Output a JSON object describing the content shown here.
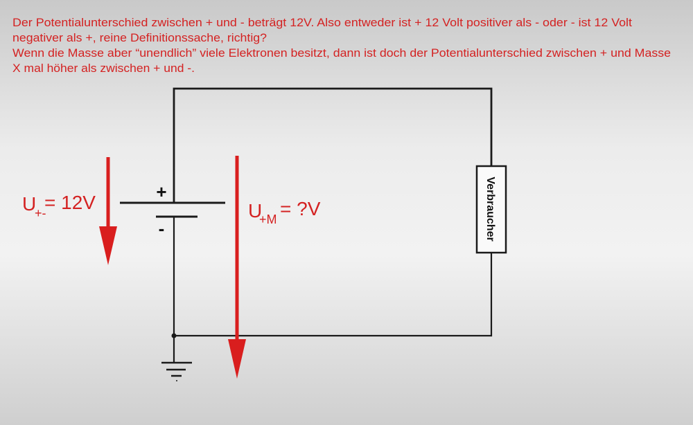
{
  "question": {
    "lines": [
      "Der Potentialunterschied zwischen + und - beträgt 12V. Also entweder ist + 12 Volt positiver als - oder - ist 12 Volt",
      "negativer als +, reine Definitionssache, richtig?",
      "Wenn die Masse aber “unendlich” viele Elektronen besitzt, dann ist doch der Potentialunterschied zwischen + und Masse",
      "X mal höher als zwischen + und -."
    ]
  },
  "circuit": {
    "plus_label": "+",
    "minus_label": "-",
    "load_label": "Verbraucher"
  },
  "voltages": {
    "u_plus_minus": {
      "symbol": "U",
      "subscript": "+-",
      "value": "= 12V"
    },
    "u_plus_mass": {
      "symbol": "U",
      "subscript": "+M",
      "value": "= ?V"
    }
  },
  "colors": {
    "accent": "#d91e1e",
    "text": "#d42222",
    "wire": "#1a1a1a"
  }
}
